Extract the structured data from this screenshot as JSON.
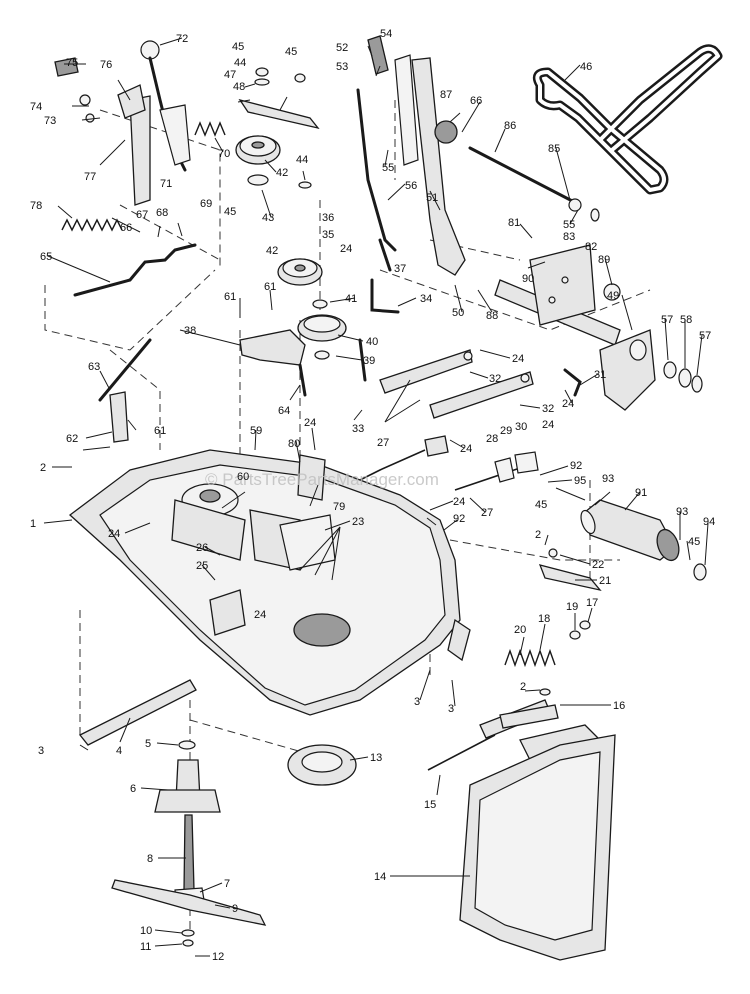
{
  "watermark": "© PartsTreePartsManager.com",
  "callouts": [
    "1",
    "2",
    "3",
    "4",
    "5",
    "6",
    "7",
    "8",
    "9",
    "10",
    "11",
    "12",
    "13",
    "14",
    "15",
    "16",
    "17",
    "18",
    "19",
    "20",
    "21",
    "22",
    "23",
    "24",
    "25",
    "26",
    "27",
    "28",
    "29",
    "30",
    "31",
    "32",
    "33",
    "34",
    "35",
    "36",
    "37",
    "38",
    "39",
    "40",
    "41",
    "42",
    "43",
    "44",
    "45",
    "46",
    "47",
    "48",
    "49",
    "50",
    "51",
    "52",
    "53",
    "54",
    "55",
    "56",
    "57",
    "58",
    "59",
    "60",
    "61",
    "62",
    "63",
    "64",
    "65",
    "66",
    "67",
    "68",
    "69",
    "70",
    "71",
    "72",
    "73",
    "74",
    "75",
    "76",
    "77",
    "78",
    "79",
    "80",
    "81",
    "82",
    "83",
    "85",
    "86",
    "87",
    "88",
    "89",
    "90",
    "91",
    "92",
    "93",
    "94",
    "95"
  ]
}
